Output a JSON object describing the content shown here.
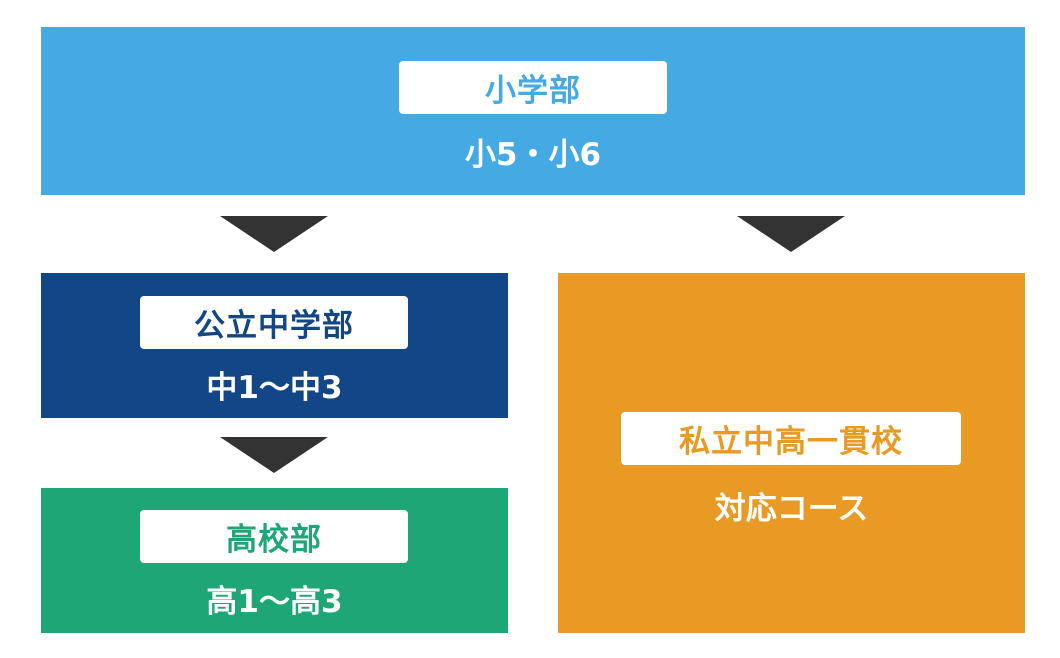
{
  "colors": {
    "elementary": "#45a9e3",
    "public_junior": "#134686",
    "high_school": "#1ea676",
    "private": "#e99a24",
    "arrow": "#333333"
  },
  "elementary": {
    "title": "小学部",
    "grades": "小5・小6"
  },
  "public_junior": {
    "title": "公立中学部",
    "grades": "中1〜中3"
  },
  "high_school": {
    "title": "高校部",
    "grades": "高1〜高3"
  },
  "private_integrated": {
    "title": "私立中高一貫校",
    "subtitle": "対応コース"
  }
}
